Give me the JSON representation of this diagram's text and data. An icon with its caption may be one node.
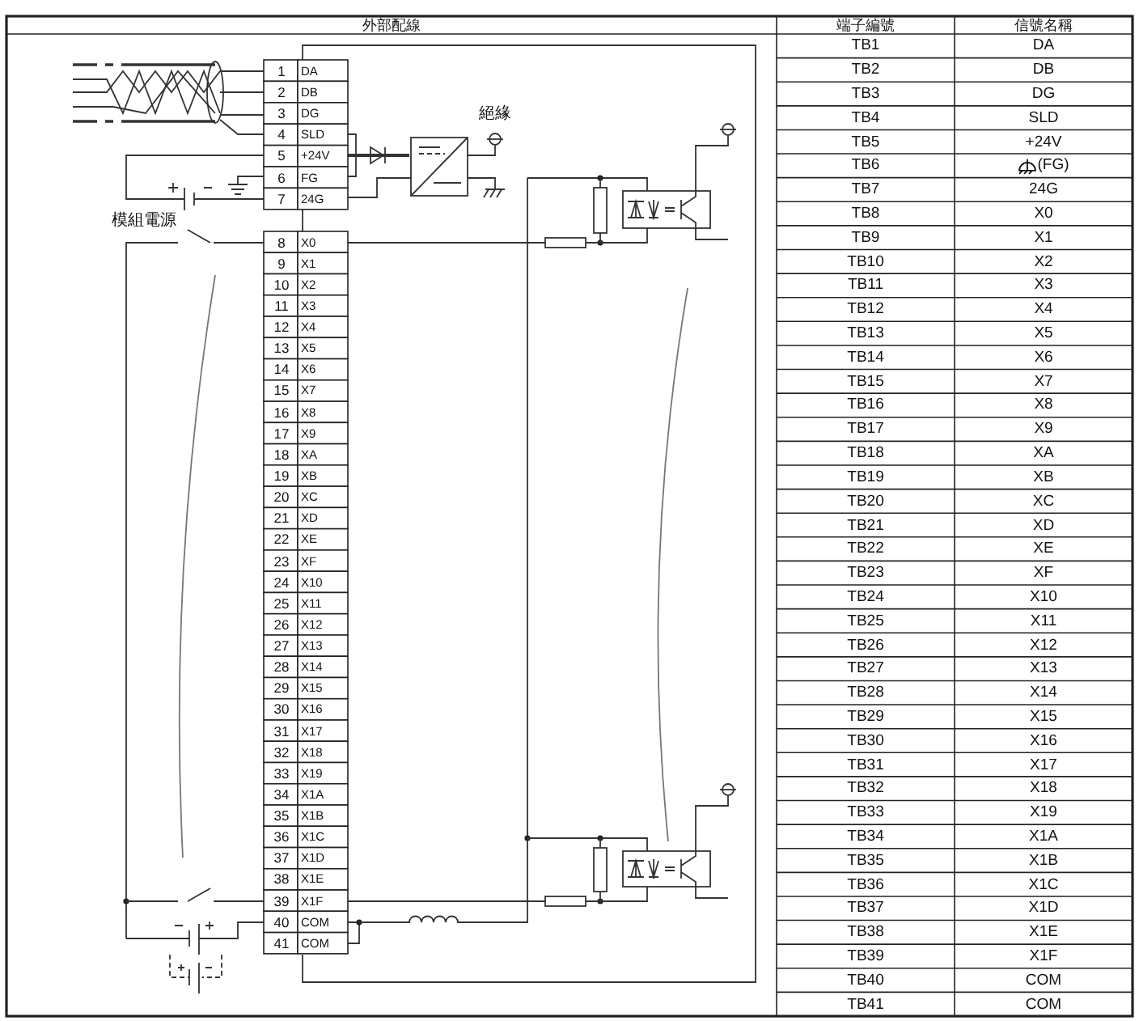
{
  "diagram": {
    "labels": [
      "外部配線",
      "端子編號",
      "信號名稱",
      "TB1",
      "DA",
      "TB2",
      "DB",
      "TB3",
      "DG",
      "TB4",
      "SLD",
      "TB5",
      "+24V",
      "TB6",
      "(FG)",
      "TB7",
      "24G",
      "TB8",
      "X0",
      "TB9",
      "X1",
      "TB10",
      "X2",
      "TB11",
      "X3",
      "TB12",
      "X4",
      "TB13",
      "X5",
      "TB14",
      "X6",
      "TB15",
      "X7",
      "TB16",
      "X8",
      "TB17",
      "X9",
      "TB18",
      "XA",
      "TB19",
      "XB",
      "TB20",
      "XC",
      "TB21",
      "XD",
      "TB22",
      "XE",
      "TB23",
      "XF",
      "TB24",
      "X10",
      "TB25",
      "X11",
      "TB26",
      "X12",
      "TB27",
      "X13",
      "TB28",
      "X14",
      "TB29",
      "X15",
      "TB30",
      "X16",
      "TB31",
      "X17",
      "TB32",
      "X18",
      "TB33",
      "X19",
      "TB34",
      "X1A",
      "TB35",
      "X1B",
      "TB36",
      "X1C",
      "TB37",
      "X1D",
      "TB38",
      "X1E",
      "TB39",
      "X1F",
      "TB40",
      "COM",
      "TB41",
      "COM",
      "1",
      "DA",
      "2",
      "DB",
      "3",
      "DG",
      "4",
      "SLD",
      "5",
      "+24V",
      "6",
      "FG",
      "7",
      "24G",
      "8",
      "X0",
      "9",
      "X1",
      "10",
      "X2",
      "11",
      "X3",
      "12",
      "X4",
      "13",
      "X5",
      "14",
      "X6",
      "15",
      "X7",
      "16",
      "X8",
      "17",
      "X9",
      "18",
      "XA",
      "19",
      "XB",
      "20",
      "XC",
      "21",
      "XD",
      "22",
      "XE",
      "23",
      "XF",
      "24",
      "X10",
      "25",
      "X11",
      "26",
      "X12",
      "27",
      "X13",
      "28",
      "X14",
      "29",
      "X15",
      "30",
      "X16",
      "31",
      "X17",
      "32",
      "X18",
      "33",
      "X19",
      "34",
      "X1A",
      "35",
      "X1B",
      "36",
      "X1C",
      "37",
      "X1D",
      "38",
      "X1E",
      "39",
      "X1F",
      "40",
      "COM",
      "41",
      "COM",
      "絕緣",
      "模組電源"
    ]
  }
}
